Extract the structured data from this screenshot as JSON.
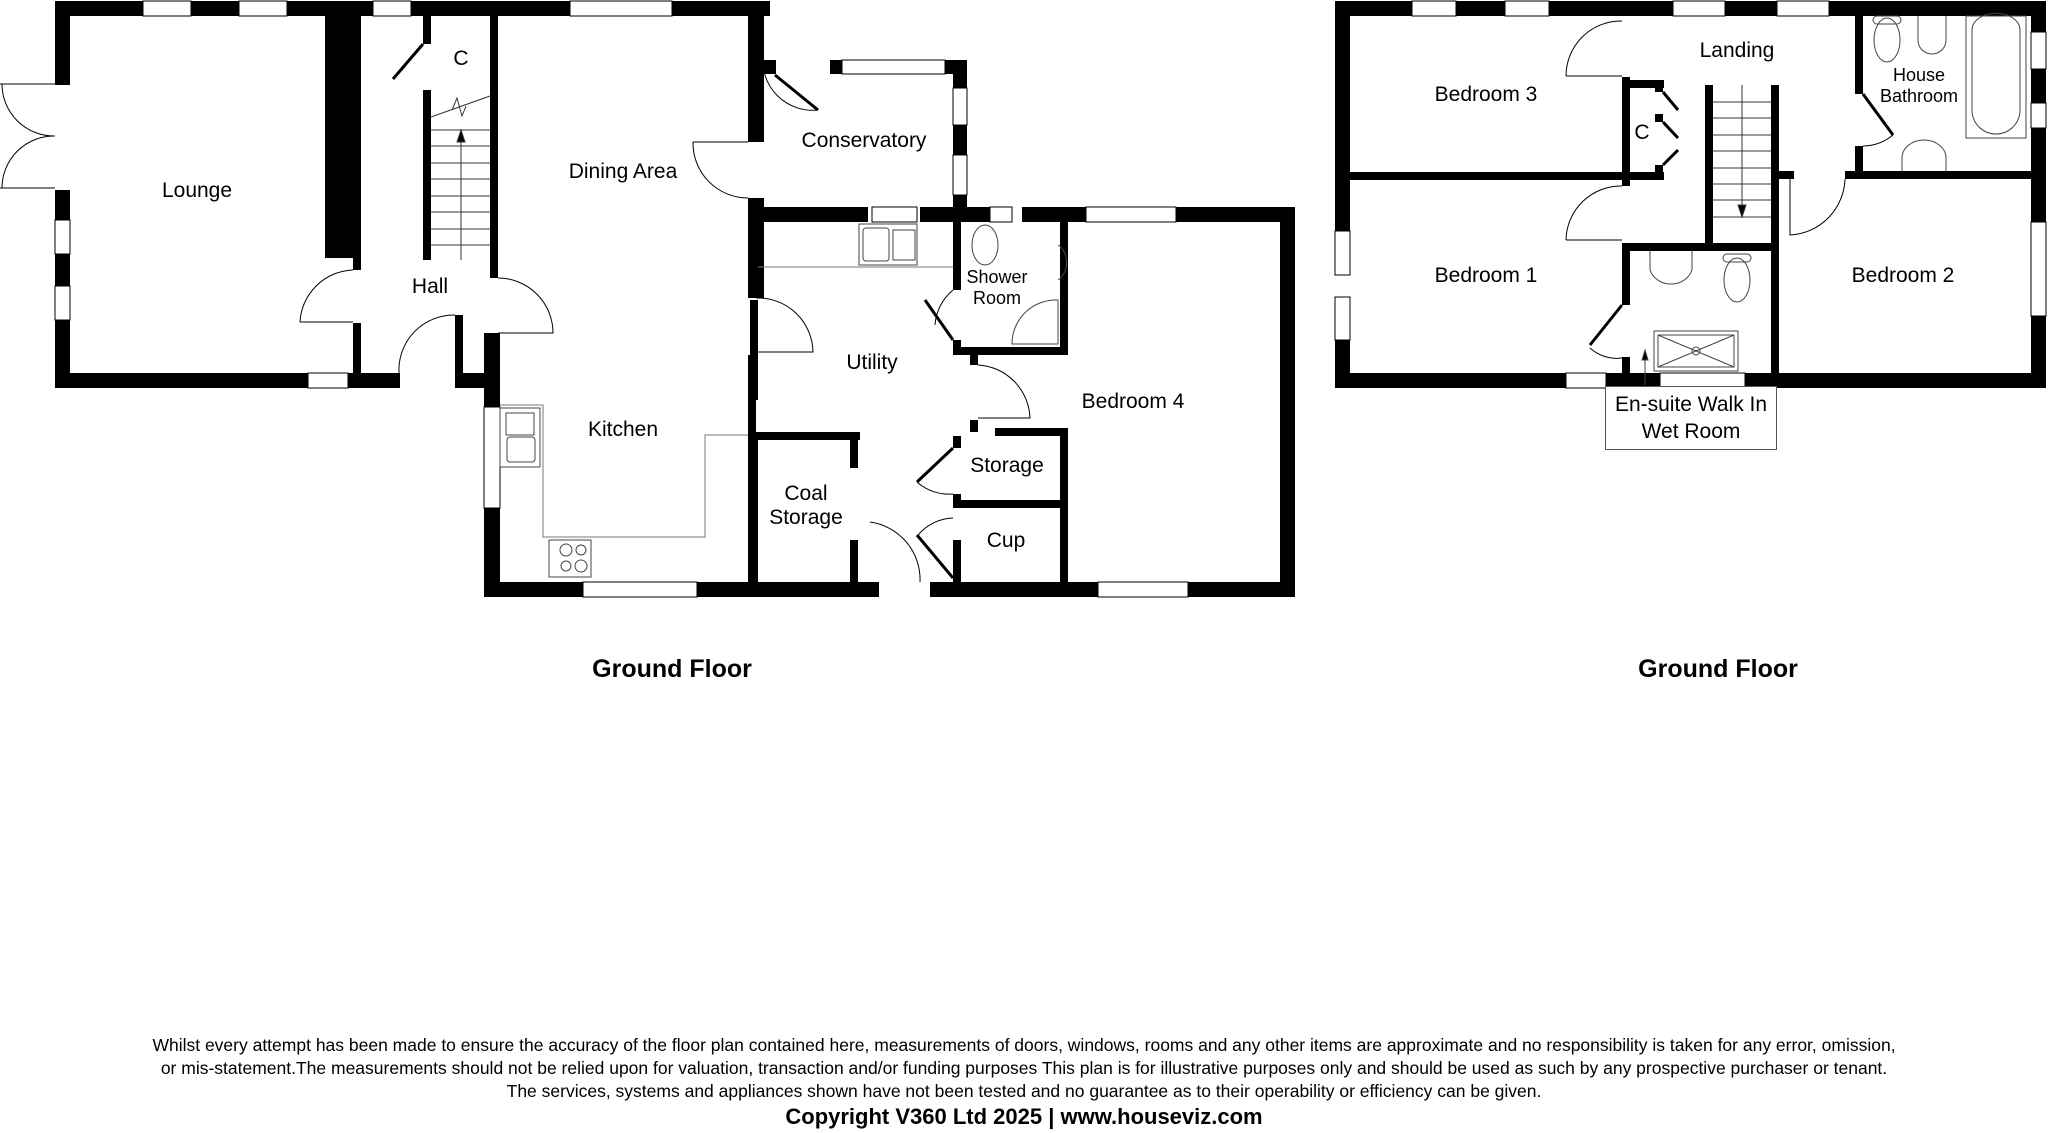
{
  "plans": [
    {
      "id": "left",
      "title": "Ground Floor",
      "rooms": [
        {
          "name": "Lounge"
        },
        {
          "name": "C"
        },
        {
          "name": "Hall"
        },
        {
          "name": "Dining Area"
        },
        {
          "name": "Conservatory"
        },
        {
          "name": "Kitchen"
        },
        {
          "name": "Shower Room",
          "line1": "Shower",
          "line2": "Room"
        },
        {
          "name": "Utility"
        },
        {
          "name": "Coal Storage",
          "line1": "Coal",
          "line2": "Storage"
        },
        {
          "name": "Storage"
        },
        {
          "name": "Cup"
        },
        {
          "name": "Bedroom 4"
        }
      ]
    },
    {
      "id": "right",
      "title": "Ground Floor",
      "rooms": [
        {
          "name": "Bedroom 3"
        },
        {
          "name": "Landing"
        },
        {
          "name": "C"
        },
        {
          "name": "House Bathroom",
          "line1": "House",
          "line2": "Bathroom"
        },
        {
          "name": "Bedroom 1"
        },
        {
          "name": "Bedroom 2"
        }
      ],
      "callout": {
        "line1": "En-suite Walk In",
        "line2": "Wet Room"
      }
    }
  ],
  "footer": {
    "disclaimer_line1": "Whilst every attempt has been made to ensure the accuracy of the floor plan contained here, measurements of doors, windows, rooms and any other items are approximate and no responsibility is taken for any error, omission,",
    "disclaimer_line2": "or mis-statement.The measurements should not be relied upon for valuation, transaction and/or funding purposes This plan is for illustrative purposes only and should be used as such by any prospective purchaser or tenant.",
    "disclaimer_line3": "The services, systems and appliances shown have not been tested and no guarantee as to their operability or efficiency can be given.",
    "copyright": "Copyright V360 Ltd 2025 | www.houseviz.com"
  },
  "colors": {
    "wall": "#000000",
    "fixture": "#555555",
    "background": "#ffffff"
  }
}
